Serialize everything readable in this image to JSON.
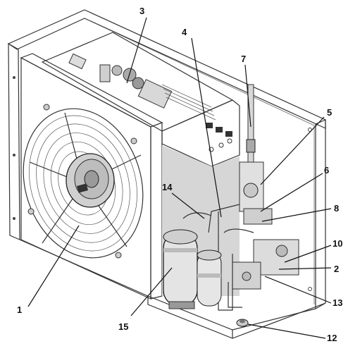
{
  "diagram": {
    "callouts": [
      {
        "id": "c1",
        "label": "1"
      },
      {
        "id": "c2",
        "label": "2"
      },
      {
        "id": "c3",
        "label": "3"
      },
      {
        "id": "c4",
        "label": "4"
      },
      {
        "id": "c5",
        "label": "5"
      },
      {
        "id": "c6",
        "label": "6"
      },
      {
        "id": "c7",
        "label": "7"
      },
      {
        "id": "c8",
        "label": "8"
      },
      {
        "id": "c10",
        "label": "10"
      },
      {
        "id": "c12",
        "label": "12"
      },
      {
        "id": "c13",
        "label": "13"
      },
      {
        "id": "c14",
        "label": "14"
      },
      {
        "id": "c15",
        "label": "15"
      }
    ]
  }
}
